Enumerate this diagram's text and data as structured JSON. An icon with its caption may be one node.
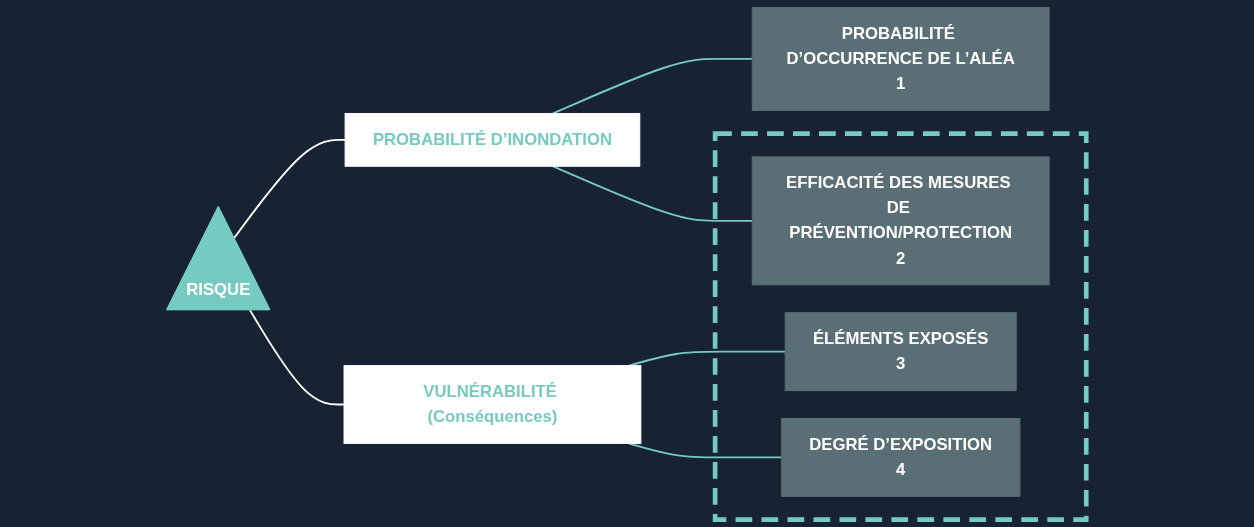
{
  "diagram": {
    "nodes": [
      {
        "text": [
          "RISQUE"
        ]
      },
      {
        "text": [
          "PROBABILITÉ D’INONDATION"
        ]
      },
      {
        "text": [
          "VULNÉRABILITÉ (Conséquences)"
        ]
      },
      {
        "text": [
          "PROBABILITÉ D’OCCURRENCE DE L’ALÉA",
          "1"
        ]
      },
      {
        "text": [],
        "shape": "box"
      },
      {
        "text": [
          "EFFICACITÉ DES MESURES DE PRÉVENTION/PROTECTION",
          "2"
        ],
        "in": 4
      },
      {
        "text": [
          "ÉLÉMENTS EXPOSÉS",
          "3"
        ],
        "in": 4
      },
      {
        "text": [
          "DEGRÉ D’EXPOSITION",
          "4"
        ],
        "in": 4
      }
    ],
    "edges": [
      {
        "from": 0,
        "to": 1,
        "arrow": "none",
        "color": "#ffffff"
      },
      {
        "from": 0,
        "to": 2,
        "arrow": "none",
        "color": "#ffffff"
      },
      {
        "from": 1,
        "to": 3,
        "arrow": "none"
      },
      {
        "from": 1,
        "to": 5,
        "arrow": "none"
      },
      {
        "from": 2,
        "to": 6,
        "arrow": "none"
      },
      {
        "from": 2,
        "to": 7,
        "arrow": "none"
      }
    ]
  }
}
